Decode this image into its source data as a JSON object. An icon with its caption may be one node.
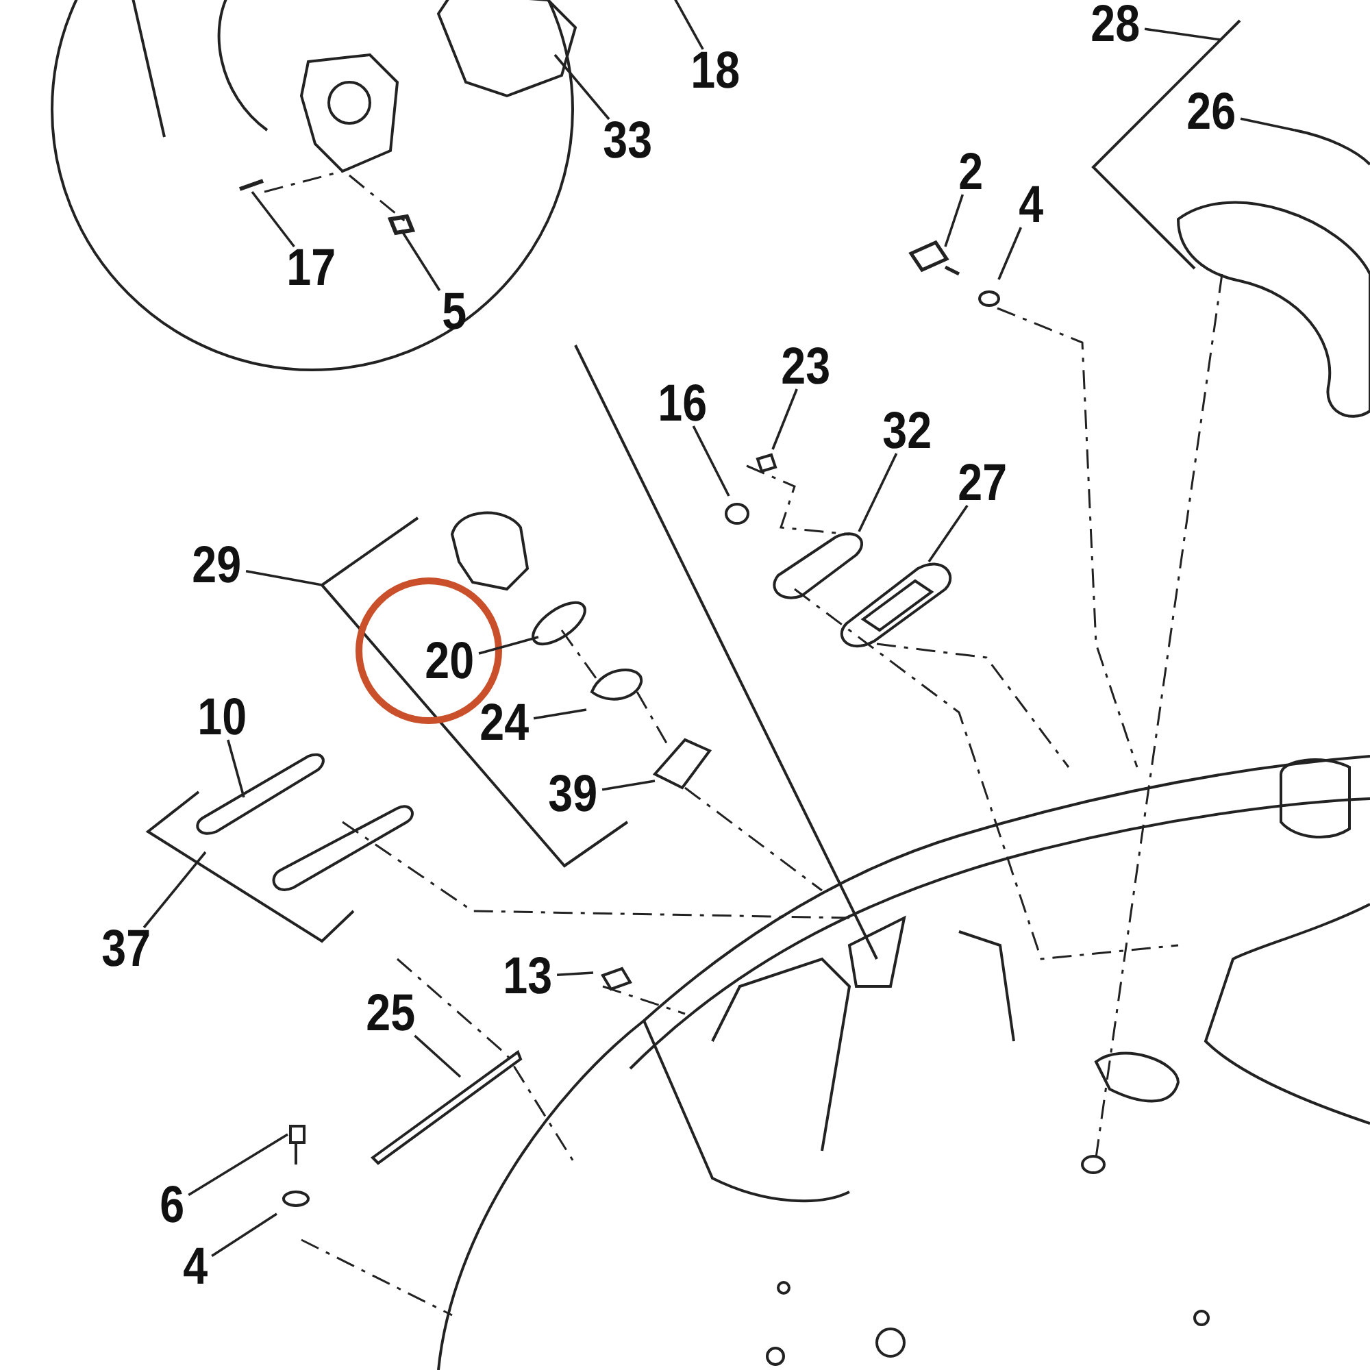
{
  "diagram": {
    "nodes": [
      {
        "text": [
          "28"
        ]
      },
      {
        "text": [
          "18"
        ]
      },
      {
        "text": [
          "26"
        ]
      },
      {
        "text": [
          "33"
        ]
      },
      {
        "text": [
          "2"
        ]
      },
      {
        "text": [
          "4"
        ]
      },
      {
        "text": [
          "17"
        ]
      },
      {
        "text": [
          "5"
        ]
      },
      {
        "text": [
          "23"
        ]
      },
      {
        "text": [
          "16"
        ]
      },
      {
        "text": [
          "32"
        ]
      },
      {
        "text": [
          "27"
        ]
      },
      {
        "text": [
          "29"
        ]
      },
      {
        "text": [
          "20"
        ]
      },
      {
        "text": [
          "10"
        ]
      },
      {
        "text": [
          "24"
        ]
      },
      {
        "text": [
          "39"
        ]
      },
      {
        "text": [
          "37"
        ]
      },
      {
        "text": [
          "13"
        ]
      },
      {
        "text": [
          "25"
        ]
      },
      {
        "text": [
          "6"
        ]
      },
      {
        "text": [
          "4"
        ]
      }
    ],
    "edges": [
      {
        "from": 0,
        "to": null,
        "arrow": "none"
      },
      {
        "from": 1,
        "to": null,
        "arrow": "none"
      },
      {
        "from": 2,
        "to": null,
        "arrow": "none"
      },
      {
        "from": 3,
        "to": null,
        "arrow": "none"
      },
      {
        "from": 4,
        "to": null,
        "arrow": "none"
      },
      {
        "from": 5,
        "to": null,
        "arrow": "none"
      },
      {
        "from": 6,
        "to": null,
        "arrow": "none"
      },
      {
        "from": 7,
        "to": null,
        "arrow": "none"
      },
      {
        "from": 8,
        "to": null,
        "arrow": "none"
      },
      {
        "from": 9,
        "to": null,
        "arrow": "none"
      },
      {
        "from": 10,
        "to": null,
        "arrow": "none"
      },
      {
        "from": 11,
        "to": null,
        "arrow": "none"
      },
      {
        "from": 12,
        "to": null,
        "arrow": "none"
      },
      {
        "from": 13,
        "to": null,
        "arrow": "none"
      },
      {
        "from": 14,
        "to": null,
        "arrow": "none"
      },
      {
        "from": 15,
        "to": null,
        "arrow": "none"
      },
      {
        "from": 16,
        "to": null,
        "arrow": "none"
      },
      {
        "from": 17,
        "to": null,
        "arrow": "none"
      },
      {
        "from": 18,
        "to": null,
        "arrow": "none"
      },
      {
        "from": 19,
        "to": null,
        "arrow": "none"
      },
      {
        "from": 20,
        "to": null,
        "arrow": "none"
      },
      {
        "from": 21,
        "to": null,
        "arrow": "none"
      }
    ]
  }
}
